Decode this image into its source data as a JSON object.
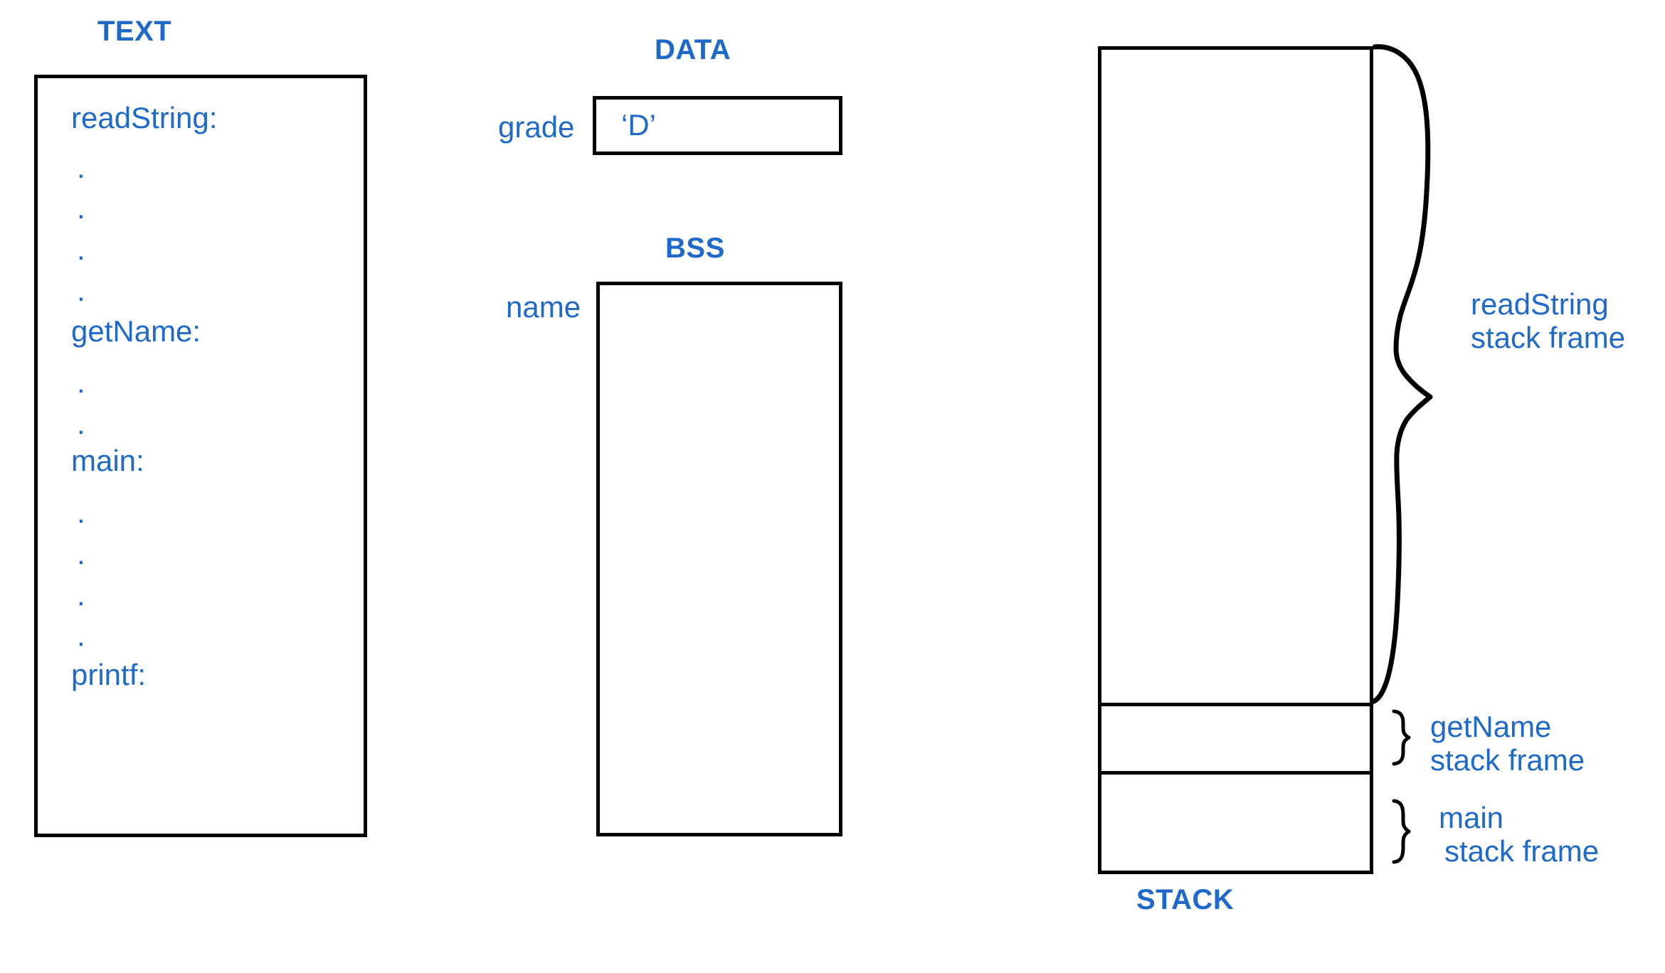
{
  "colors": {
    "accent_blue": "#1f69c8",
    "outline_black": "#000000",
    "background": "#ffffff"
  },
  "diagram": {
    "title_text": "TEXT",
    "title_data": "DATA",
    "title_bss": "BSS",
    "title_stack": "STACK"
  },
  "text_segment": {
    "label": "TEXT",
    "lines": [
      "readString:",
      ".",
      ".",
      ".",
      ".",
      "getName:",
      ".",
      ".",
      "main:",
      ".",
      ".",
      ".",
      ".",
      "printf:"
    ]
  },
  "data_segment": {
    "label": "DATA",
    "variable_name": "grade",
    "variable_value": "‘D’"
  },
  "bss_segment": {
    "label": "BSS",
    "variable_name": "name",
    "variable_value": ""
  },
  "stack_segment": {
    "label": "STACK",
    "frames": [
      {
        "name": "readString",
        "suffix": "stack frame",
        "brace": "large-wavy-brace"
      },
      {
        "name": "getName",
        "suffix": "stack frame",
        "brace": "small-curly-brace"
      },
      {
        "name": "main",
        "suffix": "stack frame",
        "brace": "small-curly-brace"
      }
    ]
  }
}
